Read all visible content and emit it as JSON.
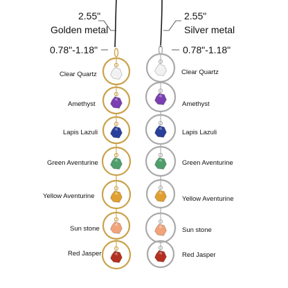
{
  "left_column": {
    "cord_length": "2.55\"",
    "metal": "Golden metal",
    "ring_size": "0.78\"-1.18\"",
    "stones": [
      "Clear Quartz",
      "Amethyst",
      "Lapis Lazuli",
      "Green Aventurine",
      "Yellow Aventurine",
      "Sun stone",
      "Red Jasper"
    ]
  },
  "right_column": {
    "cord_length": "2.55\"",
    "metal": "Silver metal",
    "ring_size": "0.78\"-1.18\"",
    "stones": [
      "Clear Quartz",
      "Amethyst",
      "Lapis Lazuli",
      "Green Aventurine",
      "Yellow Aventurine",
      "Sun stone",
      "Red Jasper"
    ]
  },
  "colors": {
    "gold": "#c9a24a",
    "silver": "#a9a9a9",
    "cord": "#1a1a1a",
    "clear_quartz": "#f1f1f1",
    "amethyst": "#7a3fb0",
    "lapis_lazuli": "#2a3f9a",
    "green_aventurine": "#4f9e6c",
    "yellow_aventurine": "#e0a030",
    "sun_stone": "#f2a37a",
    "red_jasper": "#b33020"
  }
}
